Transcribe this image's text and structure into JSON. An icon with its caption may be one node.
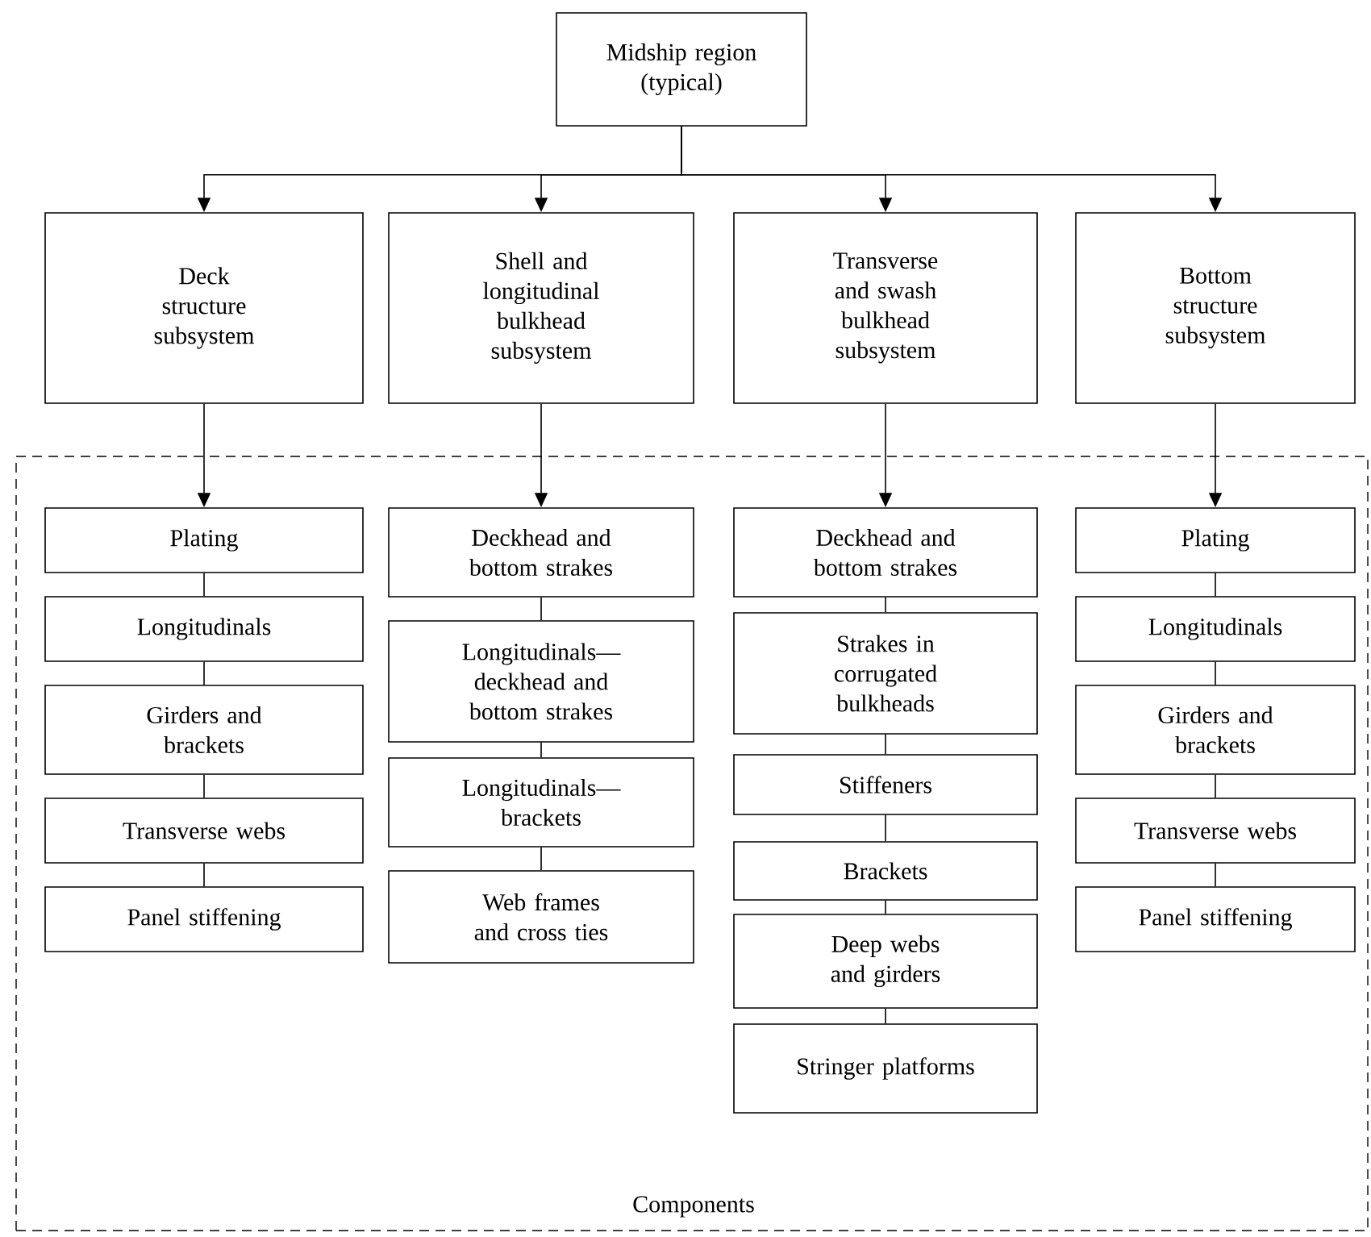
{
  "diagram": {
    "nodes": [
      {
        "text": [
          "Midship region (typical)"
        ]
      },
      {
        "text": [
          "Deck structure subsystem"
        ]
      },
      {
        "text": [
          "Shell and longitudinal bulkhead subsystem"
        ]
      },
      {
        "text": [
          "Transverse and swash bulkhead subsystem"
        ]
      },
      {
        "text": [
          "Bottom structure subsystem"
        ]
      },
      {
        "text": [
          "Components"
        ]
      },
      {
        "text": [
          "Plating"
        ],
        "in": 5
      },
      {
        "text": [
          "Longitudinals"
        ],
        "in": 5
      },
      {
        "text": [
          "Girders and brackets"
        ],
        "in": 5
      },
      {
        "text": [
          "Transverse webs"
        ],
        "in": 5
      },
      {
        "text": [
          "Panel stiffening"
        ],
        "in": 5
      },
      {
        "text": [
          "Deckhead and bottom strakes"
        ],
        "in": 5
      },
      {
        "text": [
          "Longitudinals— deckhead and bottom strakes"
        ],
        "in": 5
      },
      {
        "text": [
          "Longitudinals— brackets"
        ],
        "in": 5
      },
      {
        "text": [
          "Web frames and cross ties"
        ],
        "in": 5
      },
      {
        "text": [
          "Deckhead and bottom strakes"
        ],
        "in": 5
      },
      {
        "text": [
          "Strakes in corrugated bulkheads"
        ],
        "in": 5
      },
      {
        "text": [
          "Stiffeners"
        ],
        "in": 5
      },
      {
        "text": [
          "Brackets"
        ],
        "in": 5
      },
      {
        "text": [
          "Deep webs and girders"
        ],
        "in": 5
      },
      {
        "text": [
          "Stringer platforms"
        ],
        "in": 5
      },
      {
        "text": [
          "Plating"
        ],
        "in": 5
      },
      {
        "text": [
          "Longitudinals"
        ],
        "in": 5
      },
      {
        "text": [
          "Girders and brackets"
        ],
        "in": 5
      },
      {
        "text": [
          "Transverse webs"
        ],
        "in": 5
      },
      {
        "text": [
          "Panel stiffening"
        ],
        "in": 5
      }
    ],
    "edges": [
      {
        "from": 0,
        "to": 1,
        "arrow": "to"
      },
      {
        "from": 0,
        "to": 2,
        "arrow": "to"
      },
      {
        "from": 0,
        "to": 3,
        "arrow": "to"
      },
      {
        "from": 0,
        "to": 4,
        "arrow": "to"
      },
      {
        "from": 1,
        "to": 6,
        "arrow": "to"
      },
      {
        "from": 2,
        "to": 11,
        "arrow": "to"
      },
      {
        "from": 3,
        "to": 15,
        "arrow": "to"
      },
      {
        "from": 4,
        "to": 21,
        "arrow": "to"
      },
      {
        "from": 6,
        "to": 7,
        "arrow": "none"
      },
      {
        "from": 7,
        "to": 8,
        "arrow": "none"
      },
      {
        "from": 8,
        "to": 9,
        "arrow": "none"
      },
      {
        "from": 9,
        "to": 10,
        "arrow": "none"
      },
      {
        "from": 11,
        "to": 12,
        "arrow": "none"
      },
      {
        "from": 12,
        "to": 13,
        "arrow": "none"
      },
      {
        "from": 13,
        "to": 14,
        "arrow": "none"
      },
      {
        "from": 15,
        "to": 16,
        "arrow": "none"
      },
      {
        "from": 16,
        "to": 17,
        "arrow": "none"
      },
      {
        "from": 17,
        "to": 18,
        "arrow": "none"
      },
      {
        "from": 18,
        "to": 19,
        "arrow": "none"
      },
      {
        "from": 19,
        "to": 20,
        "arrow": "none"
      },
      {
        "from": 21,
        "to": 22,
        "arrow": "none"
      },
      {
        "from": 22,
        "to": 23,
        "arrow": "none"
      },
      {
        "from": 23,
        "to": 24,
        "arrow": "none"
      },
      {
        "from": 24,
        "to": 25,
        "arrow": "none"
      }
    ]
  }
}
